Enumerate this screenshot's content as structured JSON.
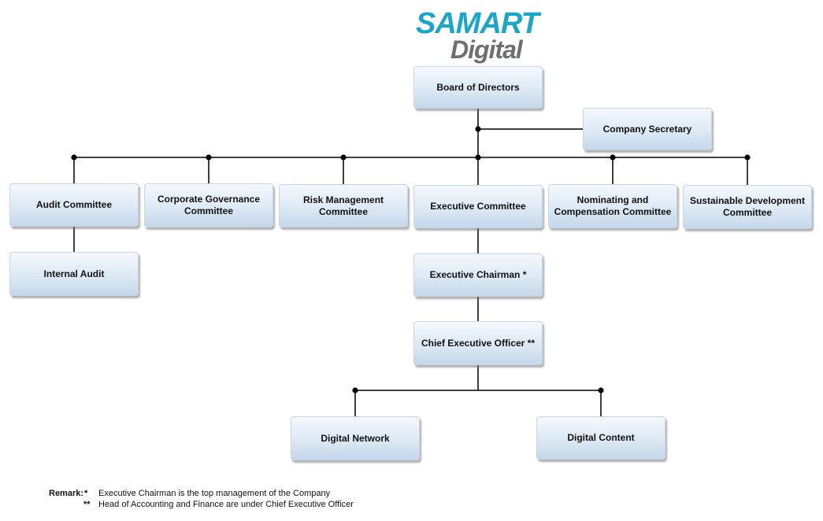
{
  "logo": {
    "line1": "SAMART",
    "line2": "Digital",
    "colors": {
      "samart": "#1aa6c8",
      "digital": "#6f6f6f"
    }
  },
  "nodes": {
    "board": "Board of Directors",
    "secretary": "Company Secretary",
    "audit_committee": "Audit Committee",
    "cg_committee": "Corporate Governance Committee",
    "risk_committee": "Risk Management Committee",
    "executive_committee": "Executive Committee",
    "nomination_committee": "Nominating and Compensation Committee",
    "sustainable_committee": "Sustainable Development Committee",
    "internal_audit": "Internal Audit",
    "executive_chairman": "Executive Chairman *",
    "ceo": "Chief Executive Officer **",
    "digital_network": "Digital Network",
    "digital_content": "Digital Content"
  },
  "remark": {
    "label": "Remark",
    "colon": ":",
    "items": [
      {
        "mark": "*",
        "text": "Executive Chairman is the top management of the Company"
      },
      {
        "mark": "**",
        "text": "Head of Accounting and Finance are under Chief Executive Officer"
      }
    ]
  },
  "colors": {
    "node_top": "#f4f8fc",
    "node_bottom": "#c4d7ea",
    "connector": "#000000"
  }
}
